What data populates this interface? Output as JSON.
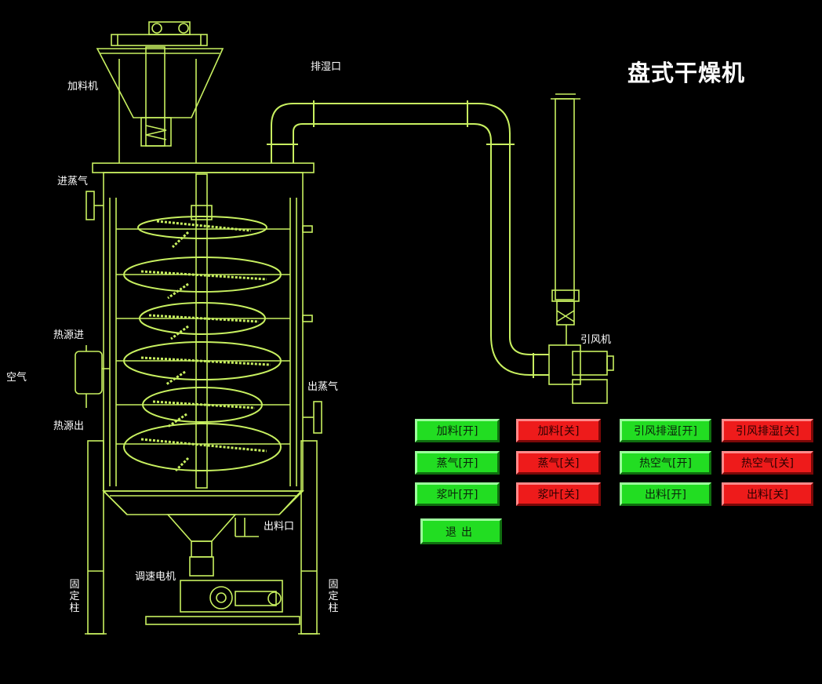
{
  "title": "盘式干燥机",
  "labels": {
    "feeder": "加料机",
    "steam_in": "进蒸气",
    "heat_in": "热源进",
    "air": "空气",
    "heat_out": "热源出",
    "exhaust": "排湿口",
    "fan": "引风机",
    "steam_out": "出蒸气",
    "discharge": "出料口",
    "motor": "调速电机",
    "post_left": "固定柱",
    "post_right": "固定柱"
  },
  "buttons": {
    "feed_on": "加料[开]",
    "feed_off": "加料[关]",
    "fan_on": "引风排湿[开]",
    "fan_off": "引风排湿[关]",
    "steam_on": "蒸气[开]",
    "steam_off": "蒸气[关]",
    "hotair_on": "热空气[开]",
    "hotair_off": "热空气[关]",
    "paddle_on": "浆叶[开]",
    "paddle_off": "浆叶[关]",
    "discharge_on": "出料[开]",
    "discharge_off": "出料[关]",
    "exit": "退出"
  },
  "colors": {
    "line": "#c8f060",
    "on_button": "#22dd22",
    "off_button": "#ee1b1b",
    "background": "#000000"
  }
}
